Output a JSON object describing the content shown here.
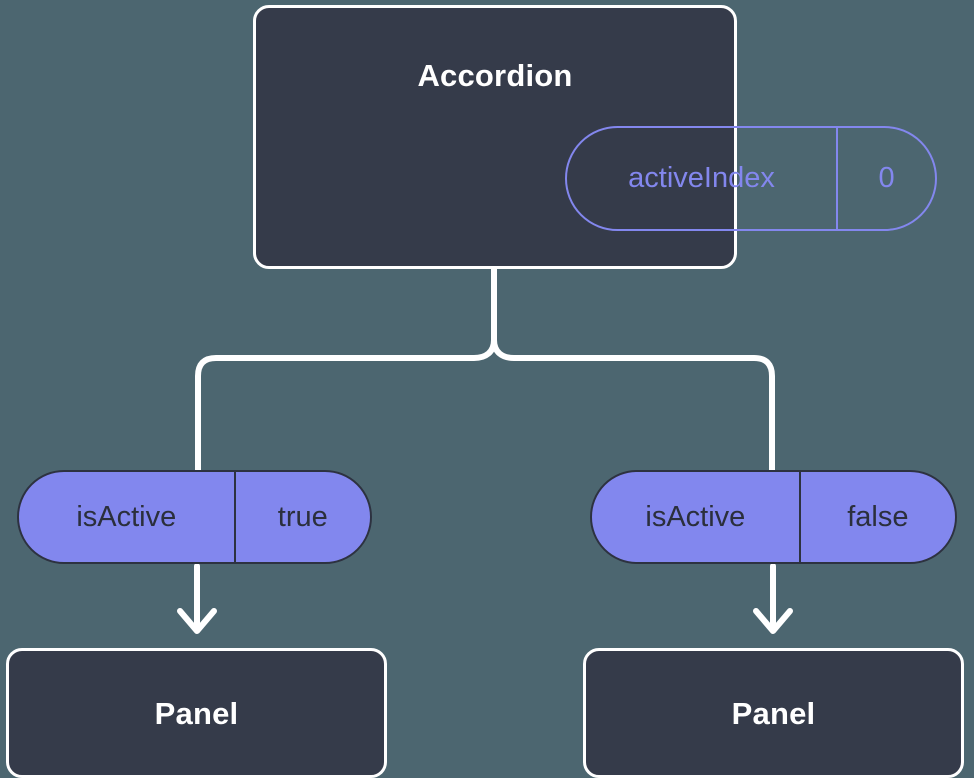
{
  "diagram": {
    "type": "component-tree",
    "background_color": "#4c6670",
    "node_fill_color": "#353b4a",
    "node_border_color": "#ffffff",
    "accent_color": "#8287ee",
    "connector_color": "#ffffff"
  },
  "root": {
    "title": "Accordion",
    "state_pill": {
      "key": "activeIndex",
      "value": "0",
      "style": "outline"
    }
  },
  "branches": [
    {
      "prop_pill": {
        "key": "isActive",
        "value": "true",
        "style": "filled"
      },
      "child": {
        "title": "Panel"
      }
    },
    {
      "prop_pill": {
        "key": "isActive",
        "value": "false",
        "style": "filled"
      },
      "child": {
        "title": "Panel"
      }
    }
  ],
  "icons": {
    "arrow_down": "arrow-down-icon",
    "fork": "tree-fork-connector"
  }
}
